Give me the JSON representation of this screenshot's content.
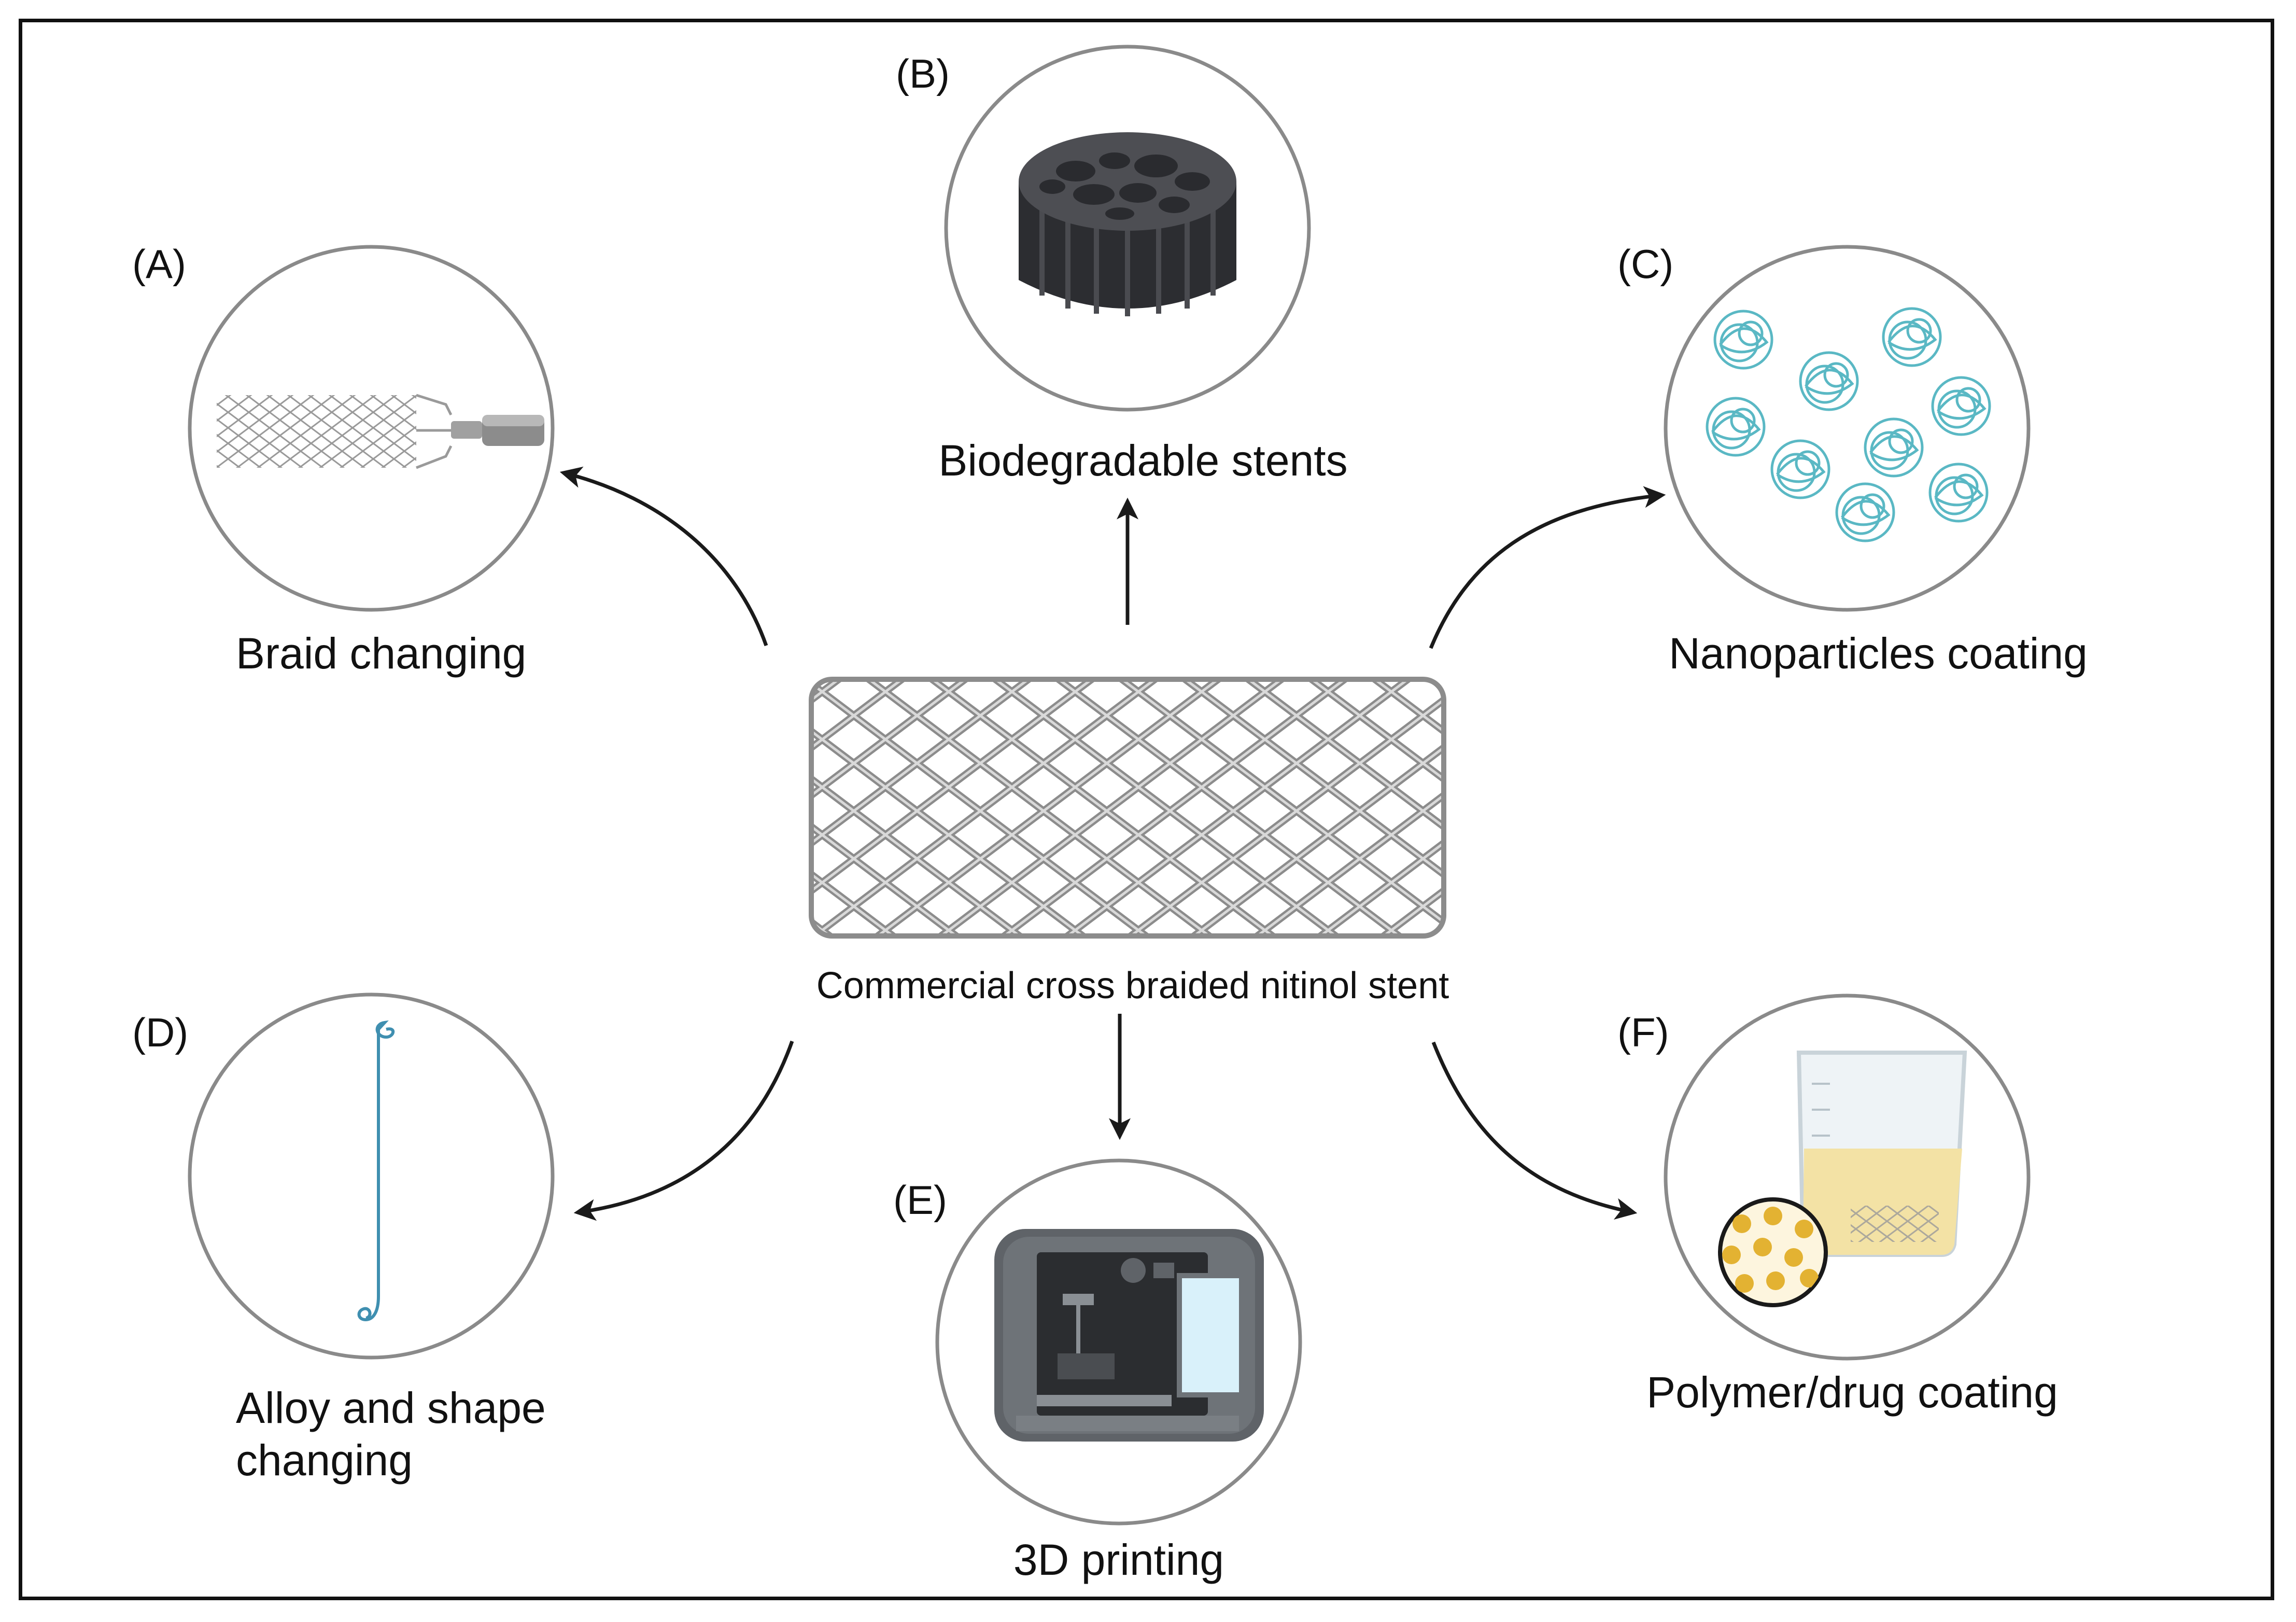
{
  "center": {
    "caption": "Commercial cross braided nitinol stent",
    "icon": "braided-stent-mesh"
  },
  "panels": [
    {
      "key": "A",
      "letter": "(A)",
      "caption": "Braid changing",
      "icon": "stent-with-delivery-tip"
    },
    {
      "key": "B",
      "letter": "(B)",
      "caption": "Biodegradable stents",
      "icon": "porous-scaffold-cylinder"
    },
    {
      "key": "C",
      "letter": "(C)",
      "caption": "Nanoparticles coating",
      "icon": "nanoparticle-clusters"
    },
    {
      "key": "D",
      "letter": "(D)",
      "caption": "Alloy and shape changing",
      "icon": "coiled-wire"
    },
    {
      "key": "E",
      "letter": "(E)",
      "caption": "3D printing",
      "icon": "3d-printer"
    },
    {
      "key": "F",
      "letter": "(F)",
      "caption": "Polymer/drug coating",
      "icon": "beaker-with-particles"
    }
  ],
  "colors": {
    "frame": "#111111",
    "circle_stroke": "#8a8a8a",
    "arrow": "#1a1a1a",
    "mesh": "#8c8c8c",
    "scaffold": "#3a3b3f",
    "nanoparticle": "#5ab8c4",
    "wire": "#3f8fb0",
    "printer": "#5f6368",
    "liquid": "#f3e2a5",
    "particle": "#e3b232"
  }
}
